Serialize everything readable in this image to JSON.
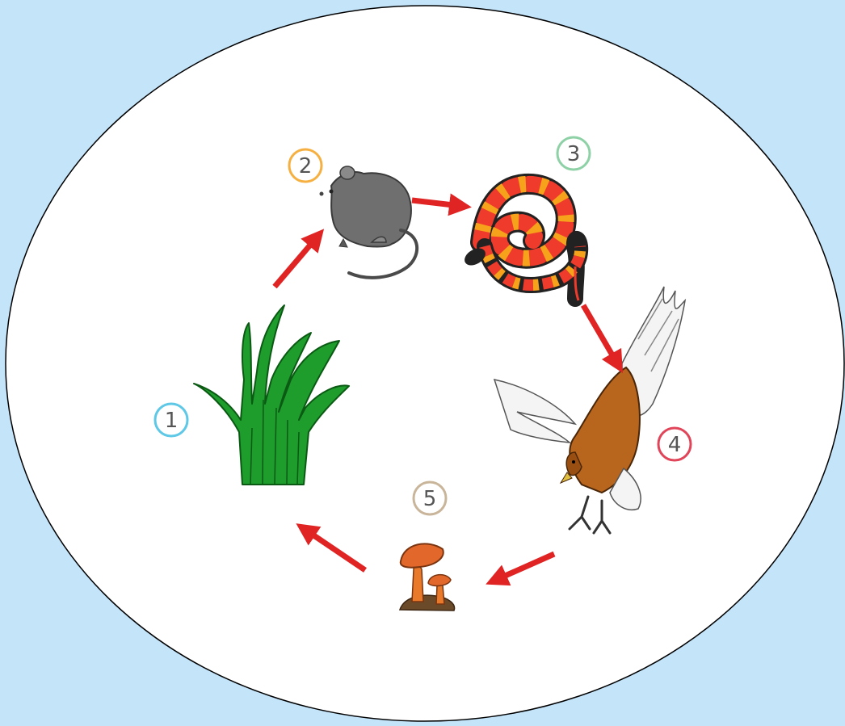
{
  "diagram": {
    "background_color": "#c4e4fa",
    "ellipse_fill": "#ffffff",
    "arrow_color": "#e02424",
    "nodes": [
      {
        "id": "grass",
        "label": "1",
        "ring_color": "#5ec8e6",
        "icon": "grass-icon"
      },
      {
        "id": "mouse",
        "label": "2",
        "ring_color": "#f5b041",
        "icon": "mouse-icon"
      },
      {
        "id": "snake",
        "label": "3",
        "ring_color": "#8fd1a6",
        "icon": "snake-icon"
      },
      {
        "id": "eagle",
        "label": "4",
        "ring_color": "#e0455a",
        "icon": "eagle-icon"
      },
      {
        "id": "mushroom",
        "label": "5",
        "ring_color": "#c9b59a",
        "icon": "mushroom-icon"
      }
    ],
    "edges": [
      {
        "from": "grass",
        "to": "mouse"
      },
      {
        "from": "mouse",
        "to": "snake"
      },
      {
        "from": "snake",
        "to": "eagle"
      },
      {
        "from": "eagle",
        "to": "mushroom"
      },
      {
        "from": "mushroom",
        "to": "grass"
      }
    ]
  }
}
